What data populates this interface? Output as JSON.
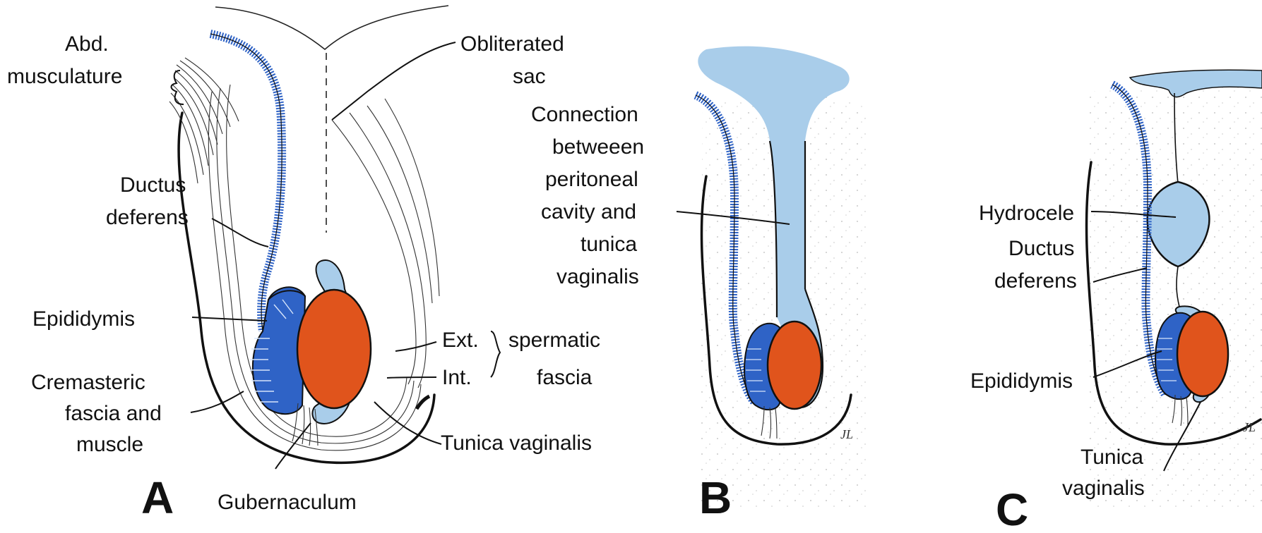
{
  "colors": {
    "duct_blue": "#2f63c6",
    "tunica_light_blue": "#a9cdea",
    "testis_orange": "#e0541c",
    "outline": "#111111",
    "stipple": "#c9c9c9"
  },
  "panels": {
    "A": {
      "letter": "A",
      "labels": {
        "abd_1": "Abd.",
        "abd_2": "musculature",
        "obl_1": "Obliterated",
        "obl_2": "sac",
        "duct_1": "Ductus",
        "duct_2": "deferens",
        "epid": "Epididymis",
        "crem_1": "Cremasteric",
        "crem_2": "fascia and",
        "crem_3": "muscle",
        "ext": "Ext.",
        "int": "Int.",
        "sperm_1": "spermatic",
        "sperm_2": "fascia",
        "tunica": "Tunica vaginalis",
        "gub": "Gubernaculum"
      }
    },
    "B": {
      "letter": "B",
      "labels": {
        "l1": "Connection",
        "l2": "betweeen",
        "l3": "peritoneal",
        "l4": "cavity and",
        "l5": "tunica",
        "l6": "vaginalis"
      }
    },
    "C": {
      "letter": "C",
      "labels": {
        "hydro": "Hydrocele",
        "duct_1": "Ductus",
        "duct_2": "deferens",
        "epid": "Epididymis",
        "tun_1": "Tunica",
        "tun_2": "vaginalis"
      }
    }
  },
  "signature": "JL"
}
